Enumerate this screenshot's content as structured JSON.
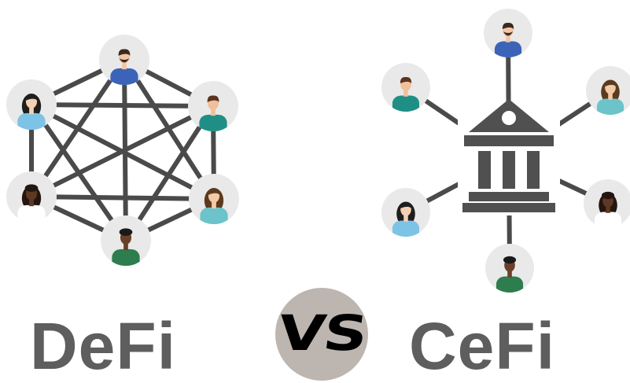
{
  "left": {
    "label": "DeFi"
  },
  "center": {
    "label": "VS"
  },
  "right": {
    "label": "CeFi"
  },
  "colors": {
    "line": "#4a4a4a",
    "circle": "#e9e9e9",
    "label": "#5e5e5e",
    "vs_badge": "#bdb6b0",
    "bank": "#505050"
  },
  "icons": {
    "left_network": [
      "male-user-blue-icon",
      "male-user-teal-icon",
      "female-user-blue-icon",
      "male-user-green-icon",
      "female-user-dark-icon",
      "female-user-teal-icon"
    ],
    "right_network": [
      "male-user-blue-icon",
      "female-user-teal-icon",
      "female-user-dark-icon",
      "male-user-green-icon",
      "female-user-blue-icon",
      "male-user-teal-icon"
    ],
    "hub": "bank-icon"
  }
}
